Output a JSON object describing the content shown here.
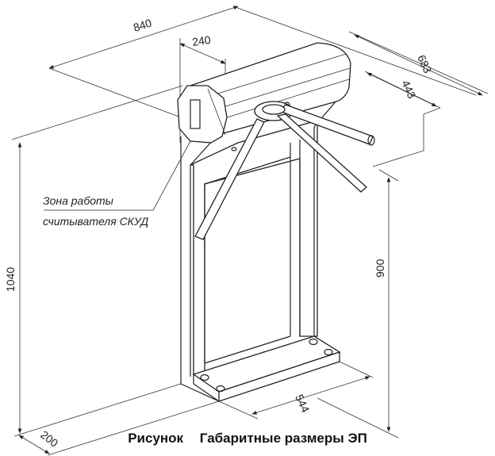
{
  "dimensions": {
    "overall_length": "840",
    "reader_offset": "240",
    "overall_width": "683",
    "arm_reach": "443",
    "overall_height": "1040",
    "arm_height": "900",
    "base_length": "544",
    "base_width": "200"
  },
  "note": {
    "line1": "Зона работы",
    "line2": "считывателя СКУД"
  },
  "caption": {
    "prefix": "Рисунок",
    "title": "Габаритные размеры ЭП"
  }
}
